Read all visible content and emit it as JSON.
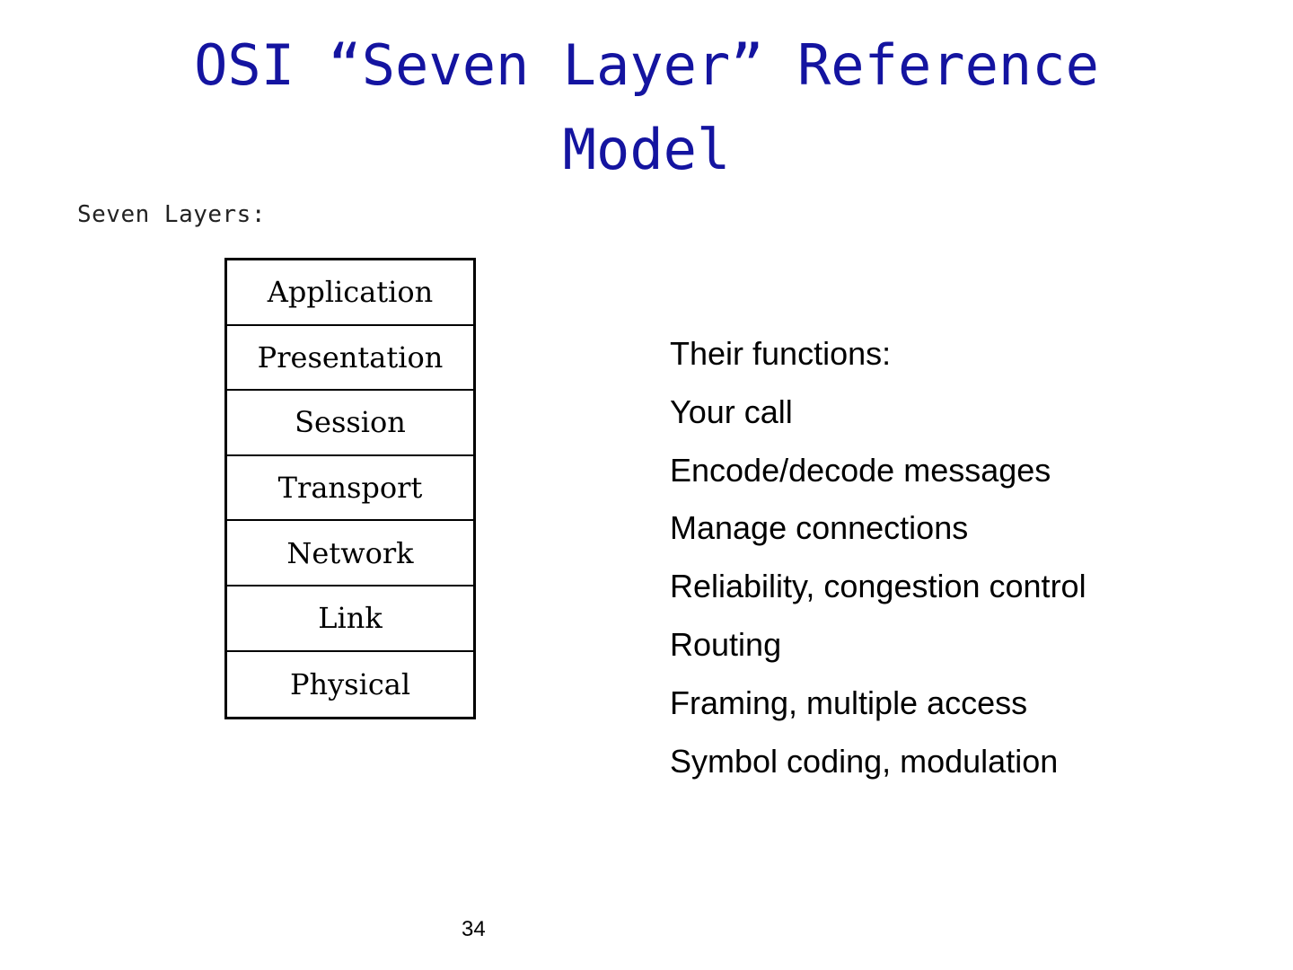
{
  "slide": {
    "title_line1": "OSI “Seven Layer” Reference",
    "title_line2": "Model",
    "subtitle": "Seven Layers:",
    "layers": [
      "Application",
      "Presentation",
      "Session",
      "Transport",
      "Network",
      "Link",
      "Physical"
    ],
    "functions_heading": "Their functions:",
    "functions": [
      "Your call",
      "Encode/decode messages",
      "Manage connections",
      "Reliability, congestion control",
      "Routing",
      "Framing, multiple access",
      "Symbol coding, modulation"
    ],
    "page_number": "34",
    "colors": {
      "title": "#1414a0",
      "text": "#000000",
      "background": "#ffffff"
    }
  }
}
